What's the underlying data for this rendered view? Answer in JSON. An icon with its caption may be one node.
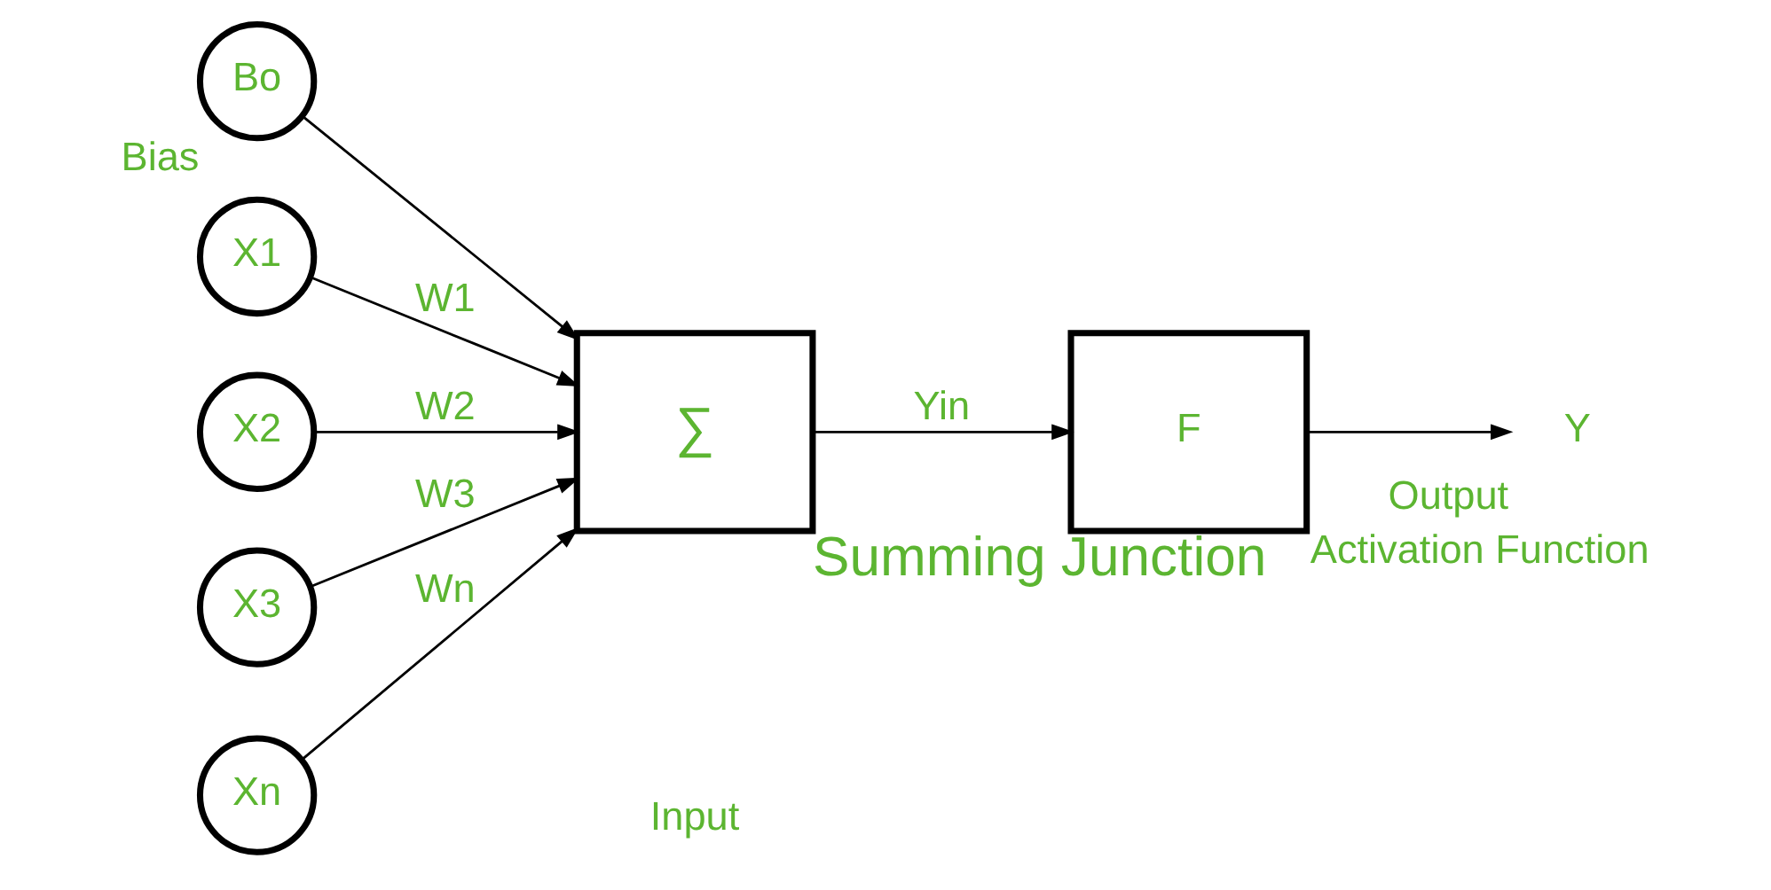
{
  "diagram": {
    "nodes": [
      {
        "text": [
          "Bo"
        ],
        "beside": [
          "Bias"
        ]
      },
      {
        "text": [
          "X1"
        ]
      },
      {
        "text": [
          "X2"
        ]
      },
      {
        "text": [
          "X3"
        ]
      },
      {
        "text": [
          "Xn"
        ]
      },
      {
        "text": [
          "∑"
        ],
        "beside": [
          "Summing Junction"
        ]
      },
      {
        "text": [
          "F"
        ],
        "beside": [
          "Activation Function"
        ]
      },
      {
        "text": [
          "Y"
        ],
        "beside": [
          "Output"
        ]
      }
    ],
    "edges": [
      {
        "from": 0,
        "to": 5,
        "arrow": "to"
      },
      {
        "from": 1,
        "to": 5,
        "arrow": "to",
        "label": "W1"
      },
      {
        "from": 2,
        "to": 5,
        "arrow": "to",
        "label": "W2"
      },
      {
        "from": 3,
        "to": 5,
        "arrow": "to",
        "label": "W3"
      },
      {
        "from": 4,
        "to": 5,
        "arrow": "to",
        "label": "Wn"
      },
      {
        "from": 5,
        "to": 6,
        "arrow": "to",
        "label": "Yin"
      },
      {
        "from": 6,
        "to": 7,
        "arrow": "to"
      }
    ],
    "labels": [
      "Input"
    ]
  }
}
